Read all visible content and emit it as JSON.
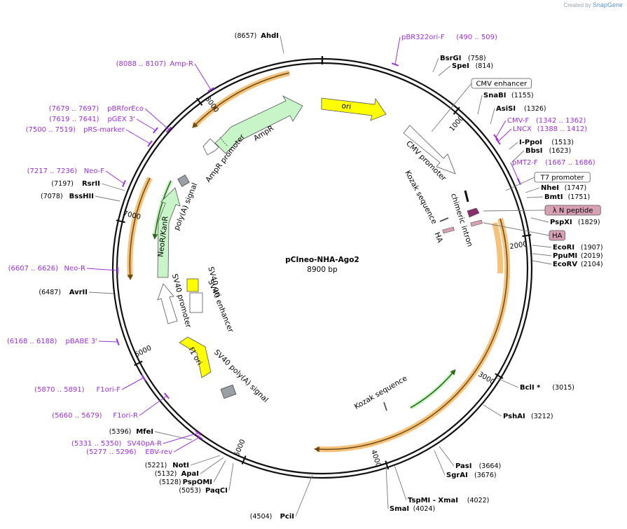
{
  "credit": {
    "prefix": "Created by",
    "brand": "SnapGene"
  },
  "plasmid": {
    "name": "pCIneo-NHA-Ago2",
    "size_label": "8900 bp",
    "length": 8900
  },
  "colors": {
    "primer": "#9b30d9",
    "orf": "#f6c27a",
    "ori": "#ffff00",
    "marker": "#c8f5c8",
    "promoter": "#ffffff",
    "tag": "#d8a0b4",
    "backbone": "#111111"
  },
  "ticks": [
    {
      "label": "1000",
      "pos": 1000
    },
    {
      "label": "2000",
      "pos": 2000
    },
    {
      "label": "3000",
      "pos": 3000
    },
    {
      "label": "4000",
      "pos": 4000
    },
    {
      "label": "5000",
      "pos": 5000
    },
    {
      "label": "6000",
      "pos": 6000
    },
    {
      "label": "7000",
      "pos": 7000
    },
    {
      "label": "8000",
      "pos": 8000
    }
  ],
  "sites": [
    {
      "name": "AhdI",
      "pos": "(8657)",
      "side": "L"
    },
    {
      "name": "BsrGI",
      "pos": "(758)",
      "side": "R"
    },
    {
      "name": "SpeI",
      "pos": "(814)",
      "side": "R"
    },
    {
      "name": "SnaBI",
      "pos": "(1155)",
      "side": "R"
    },
    {
      "name": "AsiSI",
      "pos": "(1326)",
      "side": "R"
    },
    {
      "name": "I-PpoI",
      "pos": "(1513)",
      "side": "R"
    },
    {
      "name": "BbsI",
      "pos": "(1623)",
      "side": "R"
    },
    {
      "name": "NheI",
      "pos": "(1747)",
      "side": "R"
    },
    {
      "name": "BmtI",
      "pos": "(1751)",
      "side": "R"
    },
    {
      "name": "PspXI",
      "pos": "(1829)",
      "side": "R"
    },
    {
      "name": "EcoRI",
      "pos": "(1907)",
      "side": "R"
    },
    {
      "name": "PpuMI",
      "pos": "(2019)",
      "side": "R"
    },
    {
      "name": "EcoRV",
      "pos": "(2104)",
      "side": "R"
    },
    {
      "name": "BclI *",
      "pos": "(3015)",
      "side": "R"
    },
    {
      "name": "PshAI",
      "pos": "(3212)",
      "side": "R"
    },
    {
      "name": "PasI",
      "pos": "(3664)",
      "side": "R"
    },
    {
      "name": "SgrAI",
      "pos": "(3676)",
      "side": "R"
    },
    {
      "name": "TspMI - XmaI",
      "pos": "(4022)",
      "side": "R"
    },
    {
      "name": "SmaI",
      "pos": "(4024)",
      "side": "R"
    },
    {
      "name": "PciI",
      "pos": "(4504)",
      "side": "L"
    },
    {
      "name": "PaqCI",
      "pos": "(5053)",
      "side": "L"
    },
    {
      "name": "PspOMI",
      "pos": "(5128)",
      "side": "L"
    },
    {
      "name": "ApaI",
      "pos": "(5132)",
      "side": "L"
    },
    {
      "name": "NotI",
      "pos": "(5221)",
      "side": "L"
    },
    {
      "name": "MfeI",
      "pos": "(5396)",
      "side": "L"
    },
    {
      "name": "AvrII",
      "pos": "(6487)",
      "side": "L"
    },
    {
      "name": "BssHII",
      "pos": "(7078)",
      "side": "L"
    },
    {
      "name": "RsrII",
      "pos": "(7197)",
      "side": "L"
    }
  ],
  "primers": [
    {
      "name": "pBR322ori-F",
      "range": "(490 .. 509)",
      "side": "R"
    },
    {
      "name": "CMV-F",
      "range": "(1342 .. 1362)",
      "side": "R"
    },
    {
      "name": "LNCX",
      "range": "(1388 .. 1412)",
      "side": "R"
    },
    {
      "name": "pMT2-F",
      "range": "(1667 .. 1686)",
      "side": "R"
    },
    {
      "name": "Amp-R",
      "range": "(8088 .. 8107)",
      "side": "L"
    },
    {
      "name": "pBRforEco",
      "range": "(7679 .. 7697)",
      "side": "L"
    },
    {
      "name": "pGEX 3'",
      "range": "(7619 .. 7641)",
      "side": "L"
    },
    {
      "name": "pRS-marker",
      "range": "(7500 .. 7519)",
      "side": "L"
    },
    {
      "name": "Neo-F",
      "range": "(7217 .. 7236)",
      "side": "L"
    },
    {
      "name": "Neo-R",
      "range": "(6607 .. 6626)",
      "side": "L"
    },
    {
      "name": "pBABE 3'",
      "range": "(6168 .. 6188)",
      "side": "L"
    },
    {
      "name": "F1ori-F",
      "range": "(5870 .. 5891)",
      "side": "L"
    },
    {
      "name": "F1ori-R",
      "range": "(5660 .. 5679)",
      "side": "L"
    },
    {
      "name": "SV40pA-R",
      "range": "(5331 .. 5350)",
      "side": "L"
    },
    {
      "name": "EBV-rev",
      "range": "(5277 .. 5296)",
      "side": "L"
    }
  ],
  "boxed_features": [
    {
      "name": "CMV enhancer",
      "style": "plain"
    },
    {
      "name": "T7 promoter",
      "style": "plain"
    },
    {
      "name": "λ N peptide",
      "style": "tag"
    },
    {
      "name": "HA",
      "style": "tag"
    }
  ],
  "features": {
    "ori": "ori",
    "cmv_promoter": "CMV promoter",
    "ampr": "AmpR",
    "ampr_promoter": "AmpR promoter",
    "polya": "poly(A) signal",
    "neor": "NeoR/KanR",
    "sv40_ori": "SV40 ori",
    "sv40_promoter": "SV40 promoter",
    "sv40_enhancer": "SV40 enhancer",
    "f1_ori": "f1 ori",
    "sv40_polya": "SV40 poly(A) signal",
    "kozak_1": "Kozak sequence",
    "kozak_2": "Kozak sequence",
    "chimeric_intron": "chimeric intron",
    "ha_inner": "HA"
  }
}
